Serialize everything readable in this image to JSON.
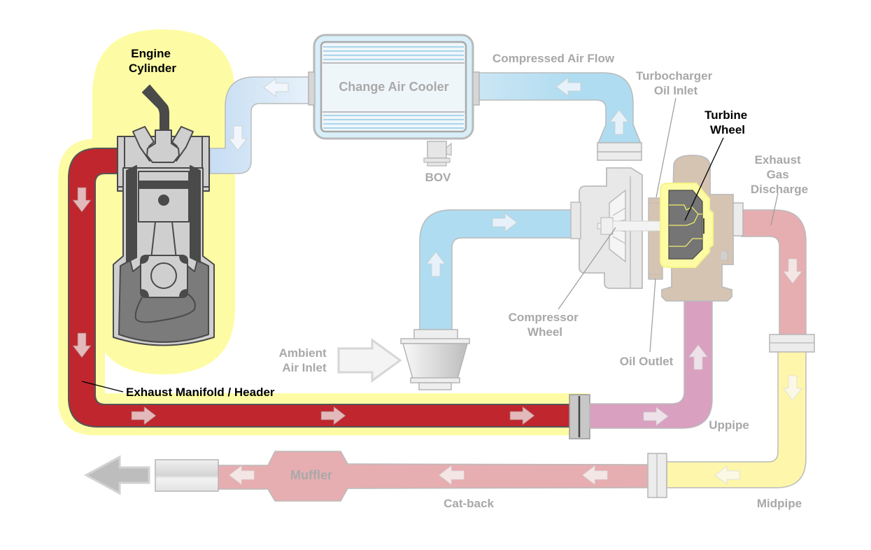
{
  "diagram": {
    "title": "Turbocharger exhaust and intake flow",
    "colors": {
      "highlight": "#fdfca4",
      "exhaust_manifold": "#c0262e",
      "uppipe": "#d9a0c0",
      "midpipe": "#fdf6ab",
      "catback": "#e6aeb1",
      "intake_air": "#afdcf0",
      "cooled_air": "#cbe1f5",
      "turbine_housing": "#d6c4b2",
      "compressor_housing": "#e8e8e8",
      "turbine_wheel": "#757575",
      "label_dim": "#a8a8a8",
      "label_dark": "#000000"
    },
    "labels": {
      "engine_cylinder": [
        "Engine",
        "Cylinder"
      ],
      "charge_air_cooler": "Change Air Cooler",
      "compressed_air_flow": "Compressed Air Flow",
      "bov": "BOV",
      "turbo_oil_inlet": [
        "Turbocharger",
        "Oil Inlet"
      ],
      "turbine_wheel": [
        "Turbine",
        "Wheel"
      ],
      "exhaust_gas_discharge": [
        "Exhaust",
        "Gas",
        "Discharge"
      ],
      "compressor_wheel": [
        "Compressor",
        "Wheel"
      ],
      "oil_outlet": "Oil Outlet",
      "ambient_air_inlet": [
        "Ambient",
        "Air Inlet"
      ],
      "exhaust_manifold": "Exhaust Manifold / Header",
      "uppipe": "Uppipe",
      "muffler": "Muffler",
      "catback": "Cat-back",
      "midpipe": "Midpipe"
    },
    "highlighted_components": [
      "Engine Cylinder",
      "Turbine Wheel",
      "Exhaust Manifold / Header"
    ],
    "flow_direction_icons": [
      "arrow-left-icon",
      "arrow-down-icon",
      "arrow-up-icon",
      "arrow-right-icon"
    ]
  }
}
